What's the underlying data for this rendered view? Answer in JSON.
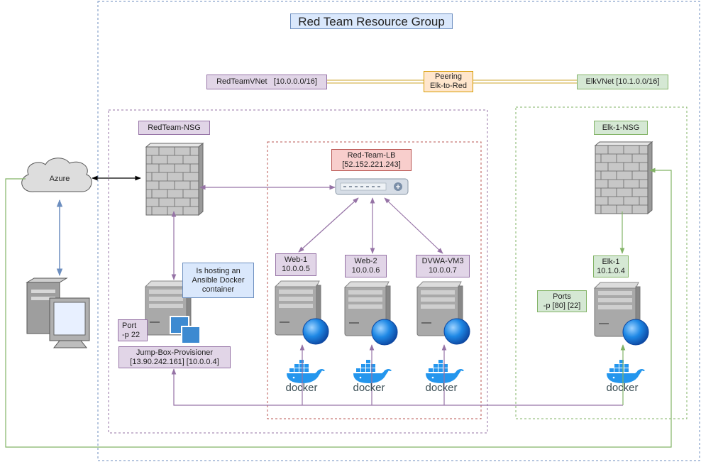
{
  "resource_group": {
    "title": "Red Team Resource Group"
  },
  "vnets": {
    "red": "RedTeamVNet   [10.0.0.0/16]",
    "peering": [
      "Peering",
      "Elk-to-Red"
    ],
    "elk": "ElkVNet [10.1.0.0/16]"
  },
  "cloud": {
    "label": "Azure"
  },
  "red_nsg": {
    "label": "RedTeam-NSG"
  },
  "load_balancer": {
    "name": "Red-Team-LB",
    "ip": "[52.152.221.243]"
  },
  "jump_box": {
    "note": [
      "Is hosting an",
      "Ansible Docker",
      "container"
    ],
    "port": [
      "Port",
      "-p 22"
    ],
    "name": "Jump-Box-Provisioner",
    "ips": "[13.90.242.161] [10.0.0.4]"
  },
  "web_servers": [
    {
      "name": "Web-1",
      "ip": "10.0.0.5"
    },
    {
      "name": "Web-2",
      "ip": "10.0.0.6"
    },
    {
      "name": "DVWA-VM3",
      "ip": "10.0.0.7"
    }
  ],
  "elk_nsg": {
    "label": "Elk-1-NSG"
  },
  "elk_server": {
    "name": "Elk-1",
    "ip": "10.1.0.4",
    "ports": [
      "Ports",
      "-p [80] [22]"
    ]
  },
  "docker": {
    "label": "docker"
  },
  "colors": {
    "purple_fill": "#e1d5e7",
    "purple_stroke": "#9673a6",
    "green_fill": "#d5e8d4",
    "green_stroke": "#82b366",
    "blue_fill": "#dae8fc",
    "blue_stroke": "#6c8ebf",
    "orange_fill": "#ffe6cc",
    "orange_stroke": "#d79b00",
    "red_fill": "#f8cecc",
    "red_stroke": "#b85450",
    "docker_blue": "#2496ed"
  }
}
